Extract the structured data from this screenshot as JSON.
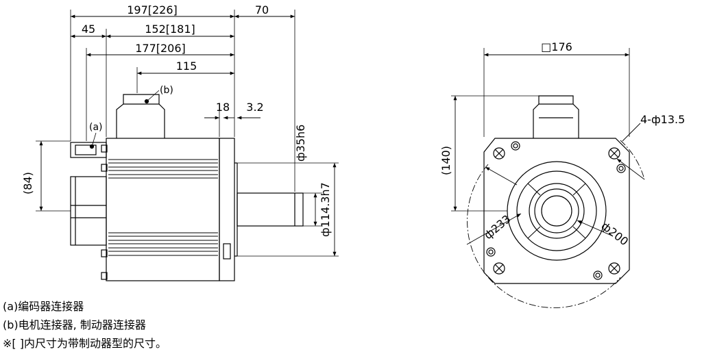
{
  "side_view": {
    "dims": {
      "overall_length": "197[226]",
      "shaft_length": "70",
      "rear_offset": "45",
      "body_length": "152[181]",
      "length_177": "177[206]",
      "connector_b_offset": "115",
      "flange_thickness": "18",
      "spigot_depth": "3.2",
      "shaft_diameter": "ф35h6",
      "spigot_diameter": "ф114.3h7",
      "encoder_height": "(84)"
    },
    "labels": {
      "a": "(a)",
      "b": "(b)"
    }
  },
  "front_view": {
    "dims": {
      "flange_size": "□176",
      "mount_holes": "4-ф13.5",
      "connector_height": "(140)",
      "outer_diameter": "ф233",
      "pcd": "ф200"
    }
  },
  "legend": {
    "line1": "(a)编码器连接器",
    "line2": "(b)电机连接器, 制动器连接器",
    "line3": "※[  ]内尺寸为带制动器型的尺寸。"
  }
}
